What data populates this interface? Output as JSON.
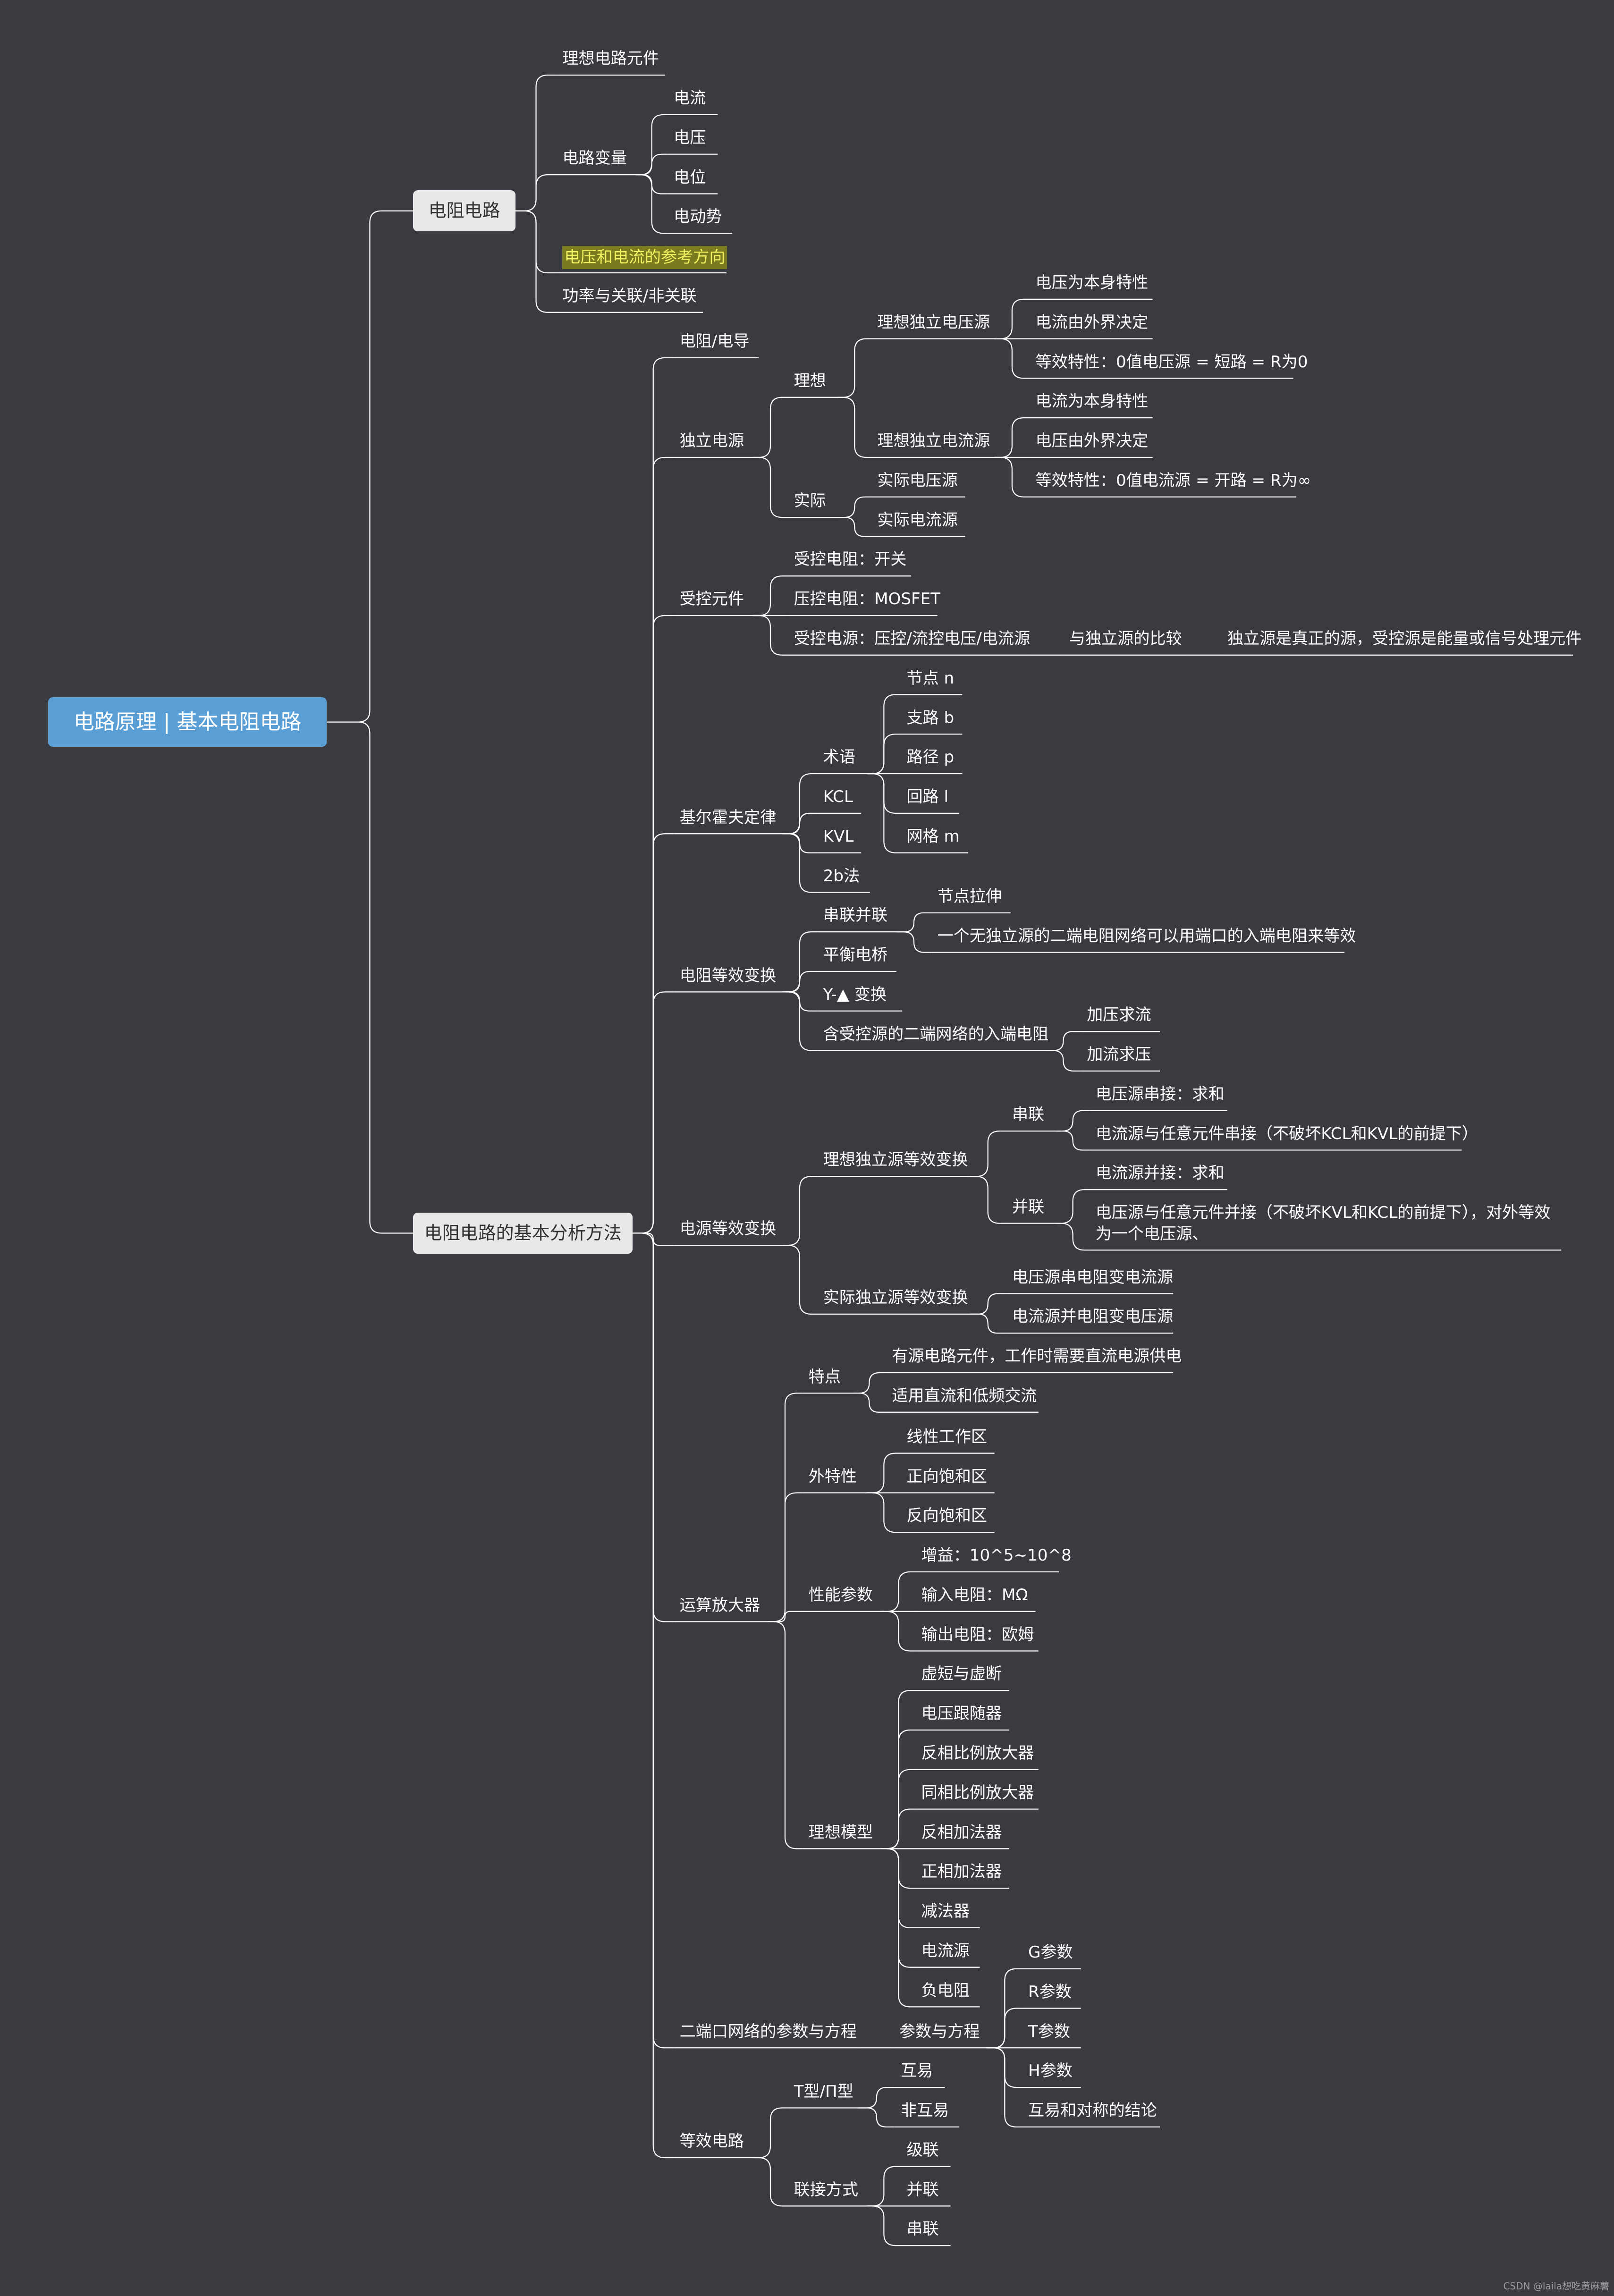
{
  "root": {
    "label": "电路原理 | 基本电阻电路"
  },
  "main": {
    "resist": "电阻电路",
    "methods": "电阻电路的基本分析方法"
  },
  "n": {
    "ideal_elem": "理想电路元件",
    "vars": "电路变量",
    "current": "电流",
    "voltage": "电压",
    "potential": "电位",
    "emf": "电动势",
    "refdir": "电压和电流的参考方向",
    "power": "功率与关联/非关联",
    "resistance": "电阻/电导",
    "indep": "独立电源",
    "ideal": "理想",
    "ivs": "理想独立电压源",
    "ivs1": "电压为本身特性",
    "ivs2": "电流由外界决定",
    "ivs3": "等效特性：0值电压源 = 短路 = R为0",
    "ics": "理想独立电流源",
    "ics1": "电流为本身特性",
    "ics2": "电压由外界决定",
    "ics3": "等效特性：0值电流源 = 开路 = R为∞",
    "actual": "实际",
    "avs": "实际电压源",
    "acs": "实际电流源",
    "ctrl": "受控元件",
    "ctrl1": "受控电阻：开关",
    "ctrl2": "压控电阻：MOSFET",
    "ctrl3": "受控电源：压控/流控电压/电流源",
    "ctrl3a": "与独立源的比较",
    "ctrl3b": "独立源是真正的源，受控源是能量或信号处理元件",
    "kirch": "基尔霍夫定律",
    "terms": "术语",
    "t1": "节点 n",
    "t2": "支路 b",
    "t3": "路径 p",
    "t4": "回路 l",
    "t5": "网格 m",
    "kcl": "KCL",
    "kvl": "KVL",
    "b2": "2b法",
    "req": "电阻等效变换",
    "sp": "串联并联",
    "sp1": "节点拉伸",
    "sp2": "一个无独立源的二端电阻网络可以用端口的入端电阻来等效",
    "bridge": "平衡电桥",
    "ydelta": "Y-▲ 变换",
    "inres": "含受控源的二端网络的入端电阻",
    "inres1": "加压求流",
    "inres2": "加流求压",
    "seq": "电源等效变换",
    "ideq": "理想独立源等效变换",
    "ser": "串联",
    "ser1": "电压源串接：求和",
    "ser2": "电流源与任意元件串接（不破坏KCL和KVL的前提下）",
    "par": "并联",
    "par1": "电流源并接：求和",
    "par2": "电压源与任意元件并接（不破坏KVL和KCL的前提下），对外等效为一个电压源、",
    "aceq": "实际独立源等效变换",
    "aceq1": "电压源串电阻变电流源",
    "aceq2": "电流源并电阻变电压源",
    "opamp": "运算放大器",
    "feat": "特点",
    "feat1": "有源电路元件，工作时需要直流电源供电",
    "feat2": "适用直流和低频交流",
    "ext": "外特性",
    "ext1": "线性工作区",
    "ext2": "正向饱和区",
    "ext3": "反向饱和区",
    "perf": "性能参数",
    "perf1": "增益：10^5~10^8",
    "perf2": "输入电阻：MΩ",
    "perf3": "输出电阻：欧姆",
    "model": "理想模型",
    "m1": "虚短与虚断",
    "m2": "电压跟随器",
    "m3": "反相比例放大器",
    "m4": "同相比例放大器",
    "m5": "反相加法器",
    "m6": "正相加法器",
    "m7": "减法器",
    "m8": "电流源",
    "m9": "负电阻",
    "twoport": "二端口网络的参数与方程",
    "peq": "参数与方程",
    "g": "G参数",
    "r": "R参数",
    "t": "T参数",
    "h": "H参数",
    "recip": "互易和对称的结论",
    "eqc": "等效电路",
    "tpi": "T型/Π型",
    "tpi1": "互易",
    "tpi2": "非互易",
    "conn": "联接方式",
    "conn1": "级联",
    "conn2": "并联",
    "conn3": "串联"
  },
  "watermark": "CSDN @laila想吃黄麻薯",
  "colors": {
    "background": "#3a3b40",
    "line": "#ffffff",
    "root": "#5a9ed6",
    "main": "#e8e8e8",
    "highlight": "#7a7a1e"
  }
}
